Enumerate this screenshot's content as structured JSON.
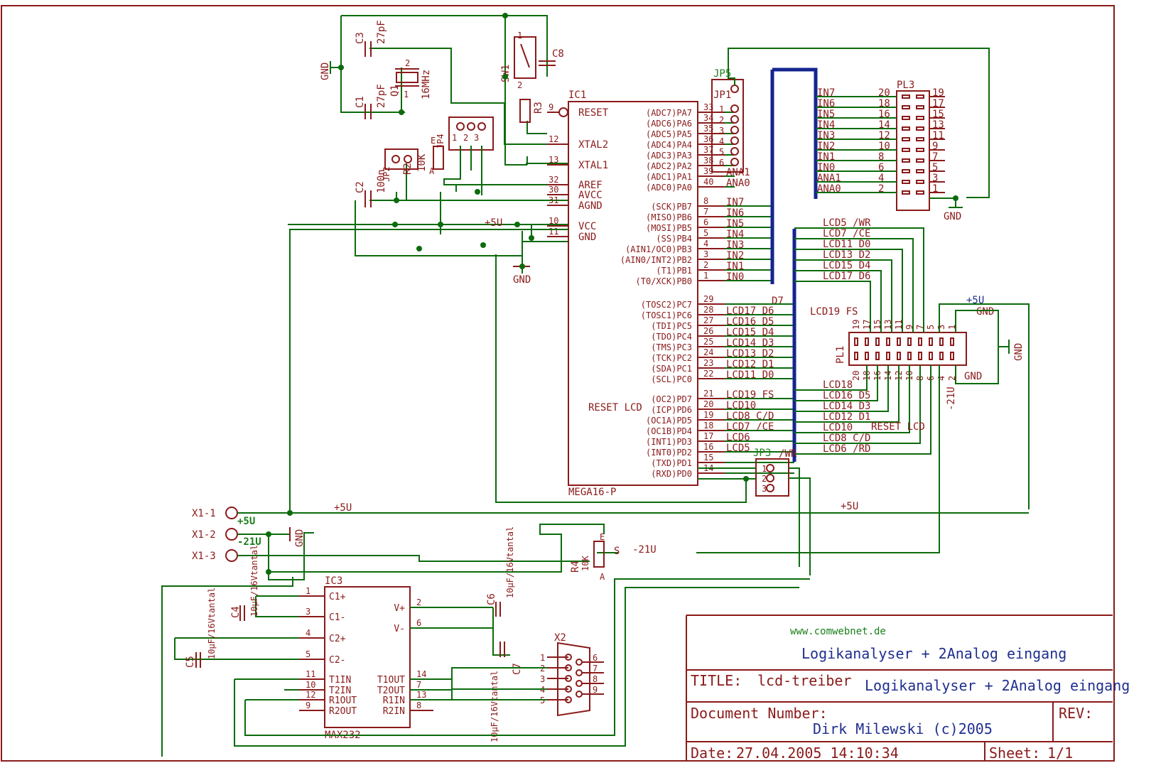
{
  "title_block": {
    "website": "www.comwebnet.de",
    "heading": "Logikanalyser + 2Analog eingang",
    "title_label": "TITLE:",
    "title_value": "lcd-treiber",
    "title_subject": "Logikanalyser + 2Analog eingang",
    "docnum_label": "Document Number:",
    "author": "Dirk Milewski (c)2005",
    "rev_label": "REV:",
    "date_label": "Date:",
    "date_value": "27.04.2005 14:10:34",
    "sheet_label": "Sheet:",
    "sheet_value": "1/1"
  },
  "ic1": {
    "name": "IC1",
    "part": "MEGA16-P",
    "reset_lcd": "RESET LCD",
    "left_pins": [
      {
        "num": "9",
        "name": "RESET"
      },
      {
        "num": "12",
        "name": "XTAL2"
      },
      {
        "num": "13",
        "name": "XTAL1"
      },
      {
        "num": "32",
        "name": "AREF"
      },
      {
        "num": "30",
        "name": "AVCC"
      },
      {
        "num": "31",
        "name": "AGND"
      },
      {
        "num": "10",
        "name": "VCC"
      },
      {
        "num": "11",
        "name": "GND"
      }
    ],
    "pa_pins": [
      {
        "num": "33",
        "name": "(ADC7)PA7"
      },
      {
        "num": "34",
        "name": "(ADC6)PA6"
      },
      {
        "num": "35",
        "name": "(ADC5)PA5"
      },
      {
        "num": "36",
        "name": "(ADC4)PA4"
      },
      {
        "num": "37",
        "name": "(ADC3)PA3"
      },
      {
        "num": "38",
        "name": "(ADC2)PA2"
      },
      {
        "num": "39",
        "name": "(ADC1)PA1",
        "net": "ANA1"
      },
      {
        "num": "40",
        "name": "(ADC0)PA0",
        "net": "ANA0"
      }
    ],
    "pb_pins": [
      {
        "num": "8",
        "name": "(SCK)PB7",
        "net": "IN7"
      },
      {
        "num": "7",
        "name": "(MISO)PB6",
        "net": "IN6"
      },
      {
        "num": "6",
        "name": "(MOSI)PB5",
        "net": "IN5"
      },
      {
        "num": "5",
        "name": "(SS)PB4",
        "net": "IN4"
      },
      {
        "num": "4",
        "name": "(AIN1/OC0)PB3",
        "net": "IN3"
      },
      {
        "num": "3",
        "name": "(AIN0/INT2)PB2",
        "net": "IN2"
      },
      {
        "num": "2",
        "name": "(T1)PB1",
        "net": "IN1"
      },
      {
        "num": "1",
        "name": "(T0/XCK)PB0",
        "net": "IN0"
      }
    ],
    "pc_pins": [
      {
        "num": "29",
        "name": "(TOSC2)PC7",
        "net": ""
      },
      {
        "num": "28",
        "name": "(TOSC1)PC6",
        "net": "LCD17 D6"
      },
      {
        "num": "27",
        "name": "(TDI)PC5",
        "net": "LCD16 D5"
      },
      {
        "num": "26",
        "name": "(TDO)PC4",
        "net": "LCD15 D4"
      },
      {
        "num": "25",
        "name": "(TMS)PC3",
        "net": "LCD14 D3"
      },
      {
        "num": "24",
        "name": "(TCK)PC2",
        "net": "LCD13 D2"
      },
      {
        "num": "23",
        "name": "(SDA)PC1",
        "net": "LCD12 D1"
      },
      {
        "num": "22",
        "name": "(SCL)PC0",
        "net": "LCD11 D0"
      }
    ],
    "pd_pins": [
      {
        "num": "21",
        "name": "(OC2)PD7",
        "net": "LCD19 FS"
      },
      {
        "num": "20",
        "name": "(ICP)PD6",
        "net": "LCD10"
      },
      {
        "num": "19",
        "name": "(OC1A)PD5",
        "net": "LCD8 C/D"
      },
      {
        "num": "18",
        "name": "(OC1B)PD4",
        "net": "LCD7 /CE"
      },
      {
        "num": "17",
        "name": "(INT1)PD3",
        "net": "LCD6"
      },
      {
        "num": "16",
        "name": "(INT0)PD2",
        "net": "LCD5"
      },
      {
        "num": "15",
        "name": "(TXD)PD1",
        "net": ""
      },
      {
        "num": "14",
        "name": "(RXD)PD0",
        "net": ""
      }
    ],
    "d7_label": "D7"
  },
  "pl3": {
    "name": "PL3",
    "gnd": "GND",
    "rows": [
      {
        "net": "IN7",
        "even": "20",
        "odd": "19"
      },
      {
        "net": "IN6",
        "even": "18",
        "odd": "17"
      },
      {
        "net": "IN5",
        "even": "16",
        "odd": "15"
      },
      {
        "net": "IN4",
        "even": "14",
        "odd": "13"
      },
      {
        "net": "IN3",
        "even": "12",
        "odd": "11"
      },
      {
        "net": "IN2",
        "even": "10",
        "odd": "9"
      },
      {
        "net": "IN1",
        "even": "8",
        "odd": "7"
      },
      {
        "net": "IN0",
        "even": "6",
        "odd": "5"
      },
      {
        "net": "ANA1",
        "even": "4",
        "odd": "3"
      },
      {
        "net": "ANA0",
        "even": "2",
        "odd": "1"
      }
    ]
  },
  "pl1": {
    "name": "PL1",
    "top_pins": [
      "19",
      "17",
      "15",
      "13",
      "11",
      "9",
      "7",
      "5",
      "3",
      "1"
    ],
    "bottom_pins": [
      "20",
      "18",
      "16",
      "14",
      "12",
      "10",
      "8",
      "6",
      "4",
      "2"
    ],
    "gnd_top": "GND",
    "gnd_bottom": "GND",
    "gnd_side": "GND",
    "plus5": "+5U",
    "minus21": "-21U",
    "nets_top": [
      "LCD5 /WR",
      "LCD7 /CE",
      "LCD11 D0",
      "LCD13 D2",
      "LCD15 D4",
      "LCD17 D6"
    ],
    "net_fs": "LCD19 FS",
    "nets_bottom": [
      "LCD18",
      "LCD16 D5",
      "LCD14 D3",
      "LCD12 D1",
      "LCD10",
      "LCD8 C/D",
      "LCD6 /RD"
    ],
    "reset_lcd": "RESET LCD"
  },
  "jp5": {
    "name": "JP5",
    "jp1": "JP1",
    "pins": [
      "1",
      "2",
      "3",
      "4",
      "5",
      "6"
    ]
  },
  "jp3": {
    "name": "JP3",
    "pins": [
      "1",
      "2",
      "3"
    ],
    "net": "/WR"
  },
  "power": {
    "x1_1": "X1-1",
    "x1_2": "X1-2",
    "x1_3": "X1-3",
    "plus5_green": "+5U",
    "minus21_green": "-21U",
    "plus5": "+5U",
    "plus5_right": "+5U",
    "gnd": "GND",
    "minus21": "-21U",
    "r4": "R4",
    "r4_val": "10K",
    "wiper": "S",
    "pot_a": "A",
    "pot_e": "E"
  },
  "ic3": {
    "name": "IC3",
    "part": "MAX232",
    "left": [
      {
        "num": "1",
        "name": "C1+"
      },
      {
        "num": "3",
        "name": "C1-"
      },
      {
        "num": "4",
        "name": "C2+"
      },
      {
        "num": "5",
        "name": "C2-"
      },
      {
        "num": "11",
        "name": "T1IN"
      },
      {
        "num": "10",
        "name": "T2IN"
      },
      {
        "num": "12",
        "name": "R1OUT"
      },
      {
        "num": "9",
        "name": "R2OUT"
      }
    ],
    "right": [
      {
        "num": "2",
        "name": "V+"
      },
      {
        "num": "6",
        "name": "V-"
      },
      {
        "num": "14",
        "name": "T1OUT"
      },
      {
        "num": "7",
        "name": "T2OUT"
      },
      {
        "num": "13",
        "name": "R1IN"
      },
      {
        "num": "8",
        "name": "R2IN"
      }
    ]
  },
  "caps": {
    "c4": "C4",
    "c5": "C5",
    "c6": "C6",
    "c7": "C7",
    "tantal": "10µF/16Vtantal"
  },
  "x2": {
    "name": "X2",
    "left": [
      "1",
      "2",
      "3",
      "4",
      "5"
    ],
    "right": [
      "6",
      "7",
      "8",
      "9"
    ]
  },
  "osc": {
    "c3": "C3",
    "c3_val": "27pF",
    "c1": "C1",
    "c1_val": "27pF",
    "q1": "Q1",
    "q1_val": "16MHz",
    "q_pin1": "1",
    "q_pin2": "2",
    "gnd": "GND",
    "sw1": "SW1",
    "sw_pin1": "1",
    "sw_pin2": "2",
    "c8": "C8",
    "r3": "R3",
    "c2": "C2",
    "c2_val": "100n",
    "jp2": "JP2",
    "r2": "R2",
    "r2_val": "10K",
    "jp4": "JP4",
    "jp4_pins": [
      "1",
      "2",
      "3"
    ],
    "pot_a": "A",
    "pot_e": "E",
    "plus5": "+5U",
    "gnd_ic": "GND"
  }
}
